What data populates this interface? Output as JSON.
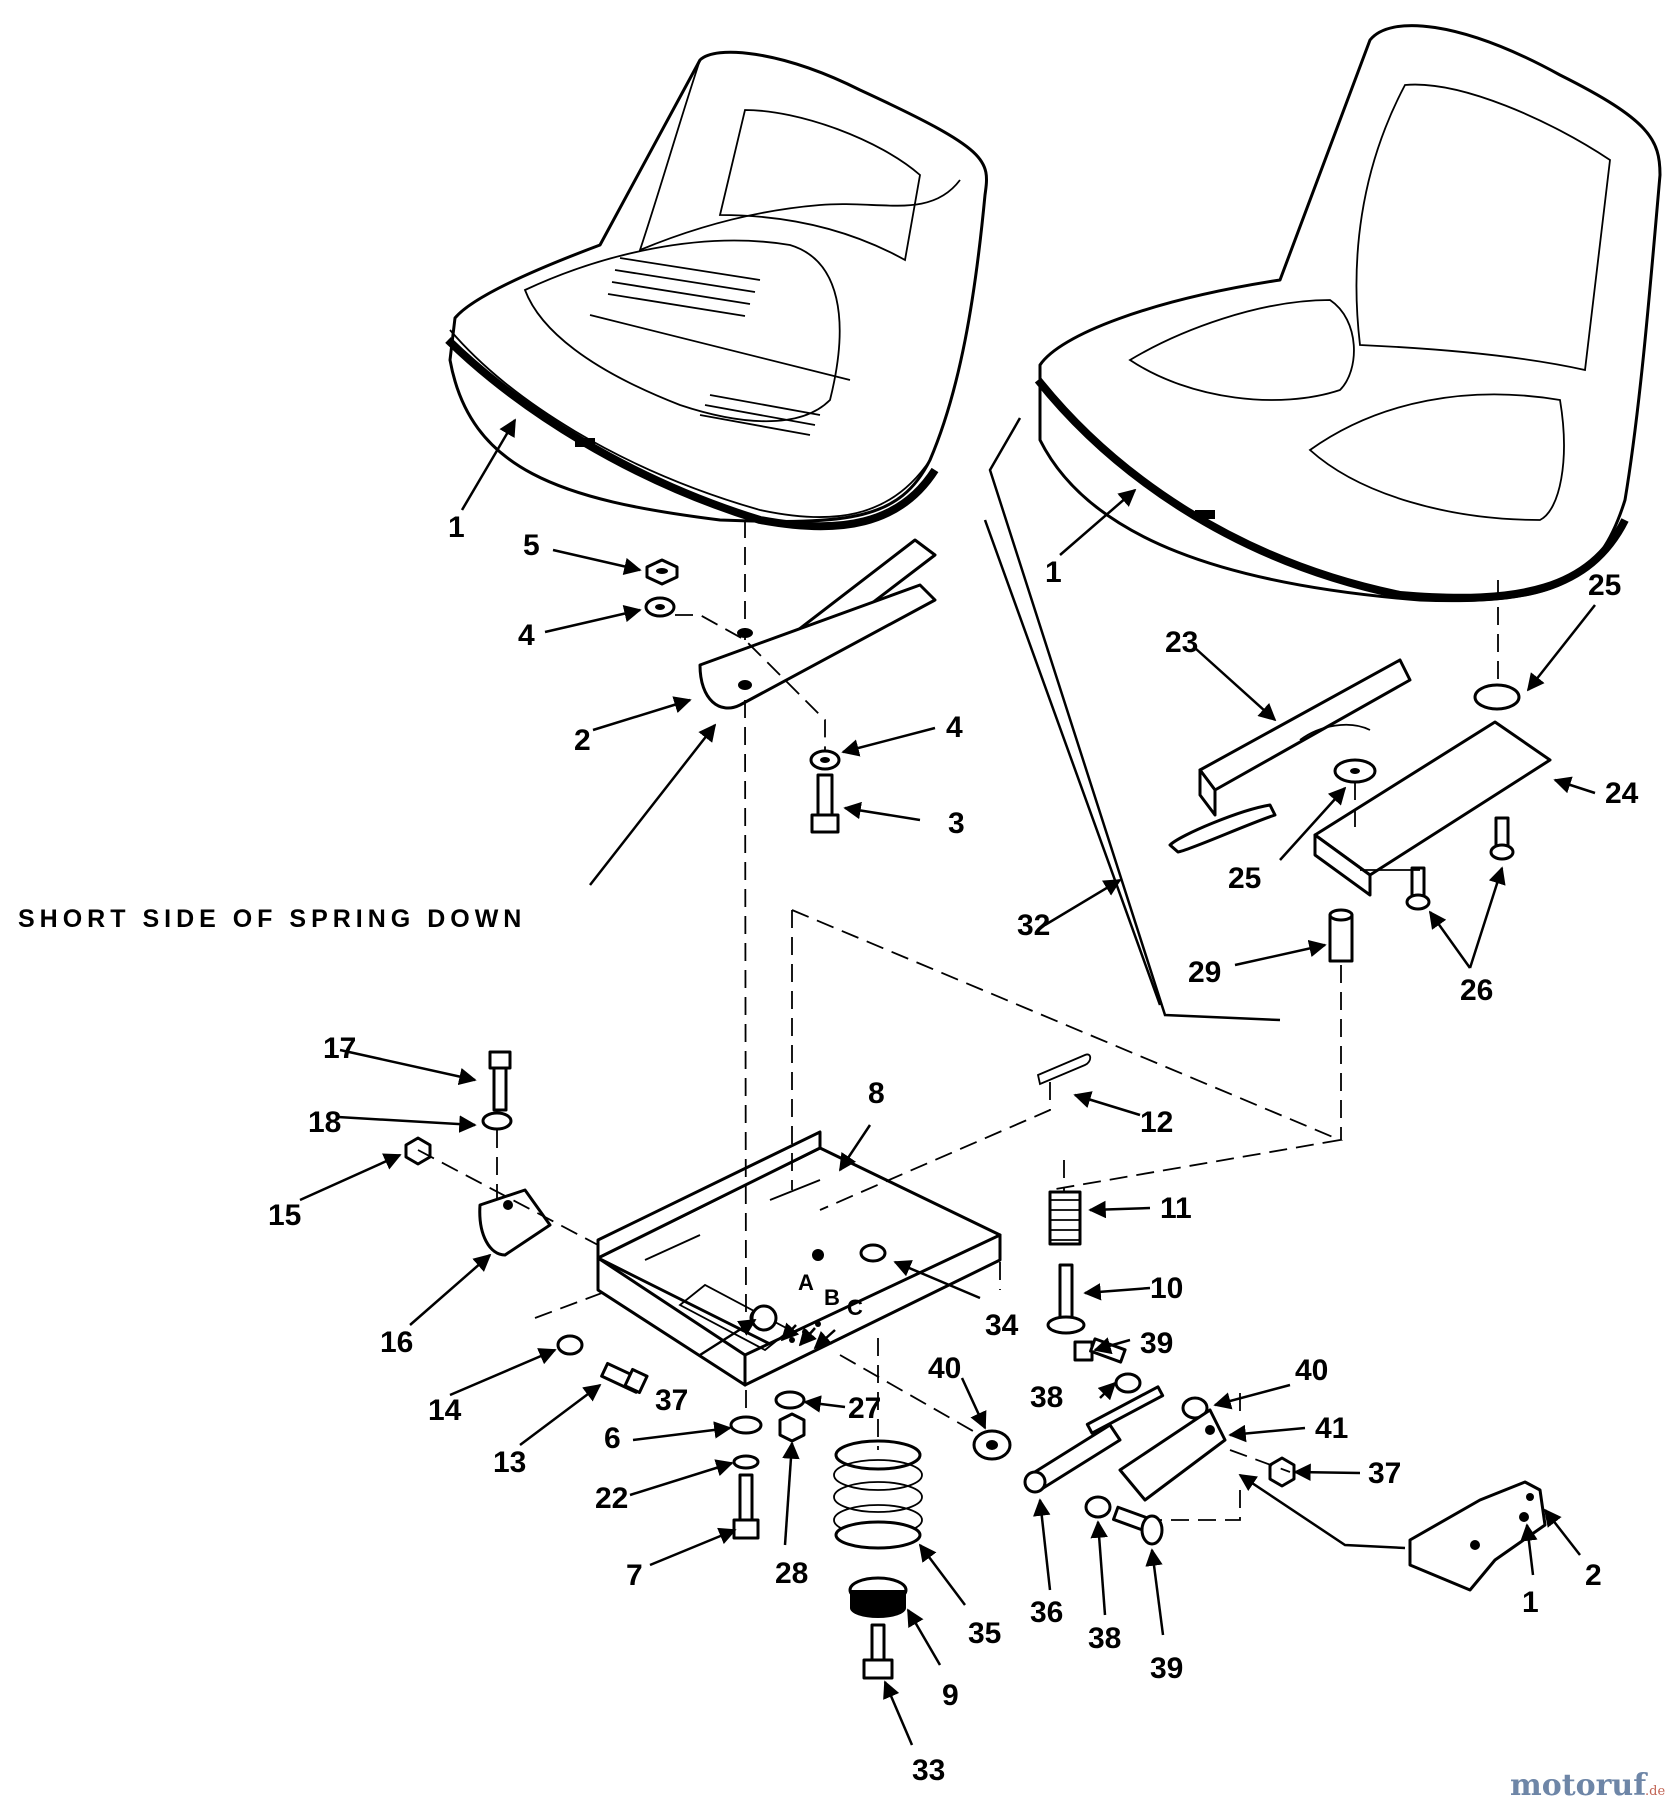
{
  "note": "SHORT SIDE OF SPRING DOWN",
  "callouts": {
    "c1a": "1",
    "c1b": "1",
    "c1c": "1",
    "c2a": "2",
    "c2b": "2",
    "c3": "3",
    "c4a": "4",
    "c4b": "4",
    "c5": "5",
    "c6": "6",
    "c7": "7",
    "c8": "8",
    "c9": "9",
    "c10": "10",
    "c11": "11",
    "c12": "12",
    "c13": "13",
    "c14": "14",
    "c15": "15",
    "c16": "16",
    "c17": "17",
    "c18": "18",
    "c22": "22",
    "c23": "23",
    "c24": "24",
    "c25a": "25",
    "c25b": "25",
    "c26": "26",
    "c27": "27",
    "c28": "28",
    "c29": "29",
    "c32": "32",
    "c33": "33",
    "c34": "34",
    "c35": "35",
    "c36": "36",
    "c37a": "37",
    "c37b": "37",
    "c38a": "38",
    "c38b": "38",
    "c39a": "39",
    "c39b": "39",
    "c40a": "40",
    "c40b": "40",
    "c41": "41",
    "hole_a": "A",
    "hole_b": "B",
    "hole_c": "C"
  },
  "watermark": {
    "name": "motoruf",
    "suffix": ".de"
  }
}
